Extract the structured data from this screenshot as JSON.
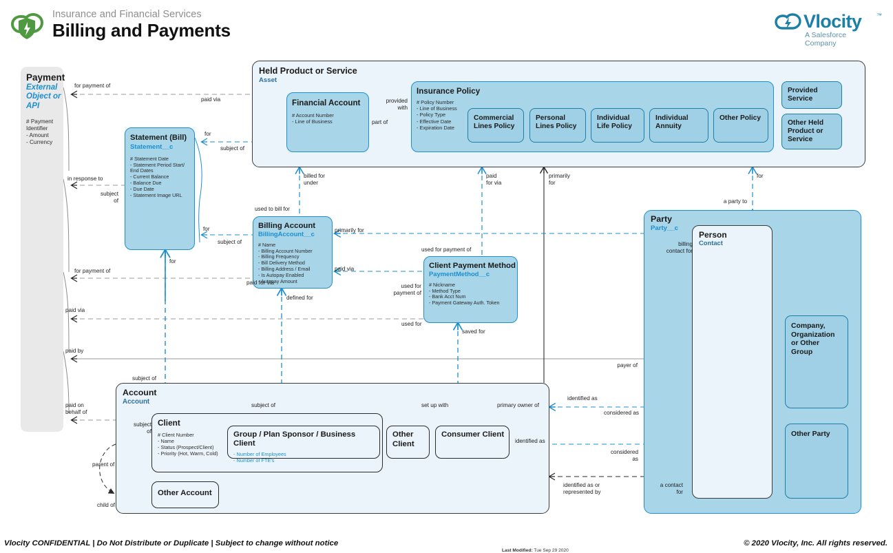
{
  "header": {
    "eyebrow": "Insurance and Financial Services",
    "title": "Billing and Payments",
    "logo_icon": "vlocity-cloud-shield-logo",
    "brand_name": "Vlocity",
    "brand_tm": "™",
    "brand_tagline": "A Salesforce Company"
  },
  "colors": {
    "accent_blue": "#1b8fd0",
    "chip_fill": "#9fd0e6",
    "entity_fill": "#a9d5e8",
    "container_fill": "#eaf4fa",
    "external_fill": "#e9e9e9",
    "brand_teal": "#1b7fa8",
    "logo_green": "#4f9a41",
    "grey_wire": "#9a9a9a",
    "dark_wire": "#2a2a2a"
  },
  "entities": {
    "payment": {
      "title": "Payment",
      "subtitle": "External Object or API",
      "attrs": "# Payment Identifier\n- Amount\n- Currency"
    },
    "held_product": {
      "title": "Held Product or Service",
      "subtitle": "Asset"
    },
    "financial_account": {
      "title": "Financial Account",
      "attrs": "# Account Number\n- Line of Business"
    },
    "insurance_policy": {
      "title": "Insurance Policy",
      "attrs": "# Policy Number\n- Line of Business\n- Policy Type\n- Effective Date\n- Expiration Date"
    },
    "policy_chips": [
      "Commercial\nLines Policy",
      "Personal\nLines Policy",
      "Individual\nLife Policy",
      "Individual\nAnnuity",
      "Other Policy"
    ],
    "held_chips": [
      "Provided\nService",
      "Other Held\nProduct or\nService"
    ],
    "statement": {
      "title": "Statement (Bill)",
      "subtitle": "Statement__c",
      "attrs": "# Statement Date\n- Statement Period Start/ End Dates\n- Current Balance\n- Balance Due\n- Due Date\n- Statement Image URL"
    },
    "billing_account": {
      "title": "Billing Account",
      "subtitle": "BillingAccount__c",
      "attrs": "# Name\n- Billing Account Number\n- Billing Frequency\n- Bill Delivery Method\n- Billing Address / Email\n- Is Autopay Enabled\n- Autopay Amount"
    },
    "client_payment_method": {
      "title": "Client Payment Method",
      "subtitle": "PaymentMethod__c",
      "attrs": "# Nickname\n- Method Type\n- Bank Acct Num\n- Payment Gateway Auth. Token"
    },
    "party": {
      "title": "Party",
      "subtitle": "Party__c"
    },
    "person": {
      "title": "Person",
      "subtitle": "Contact"
    },
    "party_chips": [
      "Company,\nOrganization\nor Other\nGroup",
      "Other Party"
    ],
    "account": {
      "title": "Account",
      "subtitle": "Account"
    },
    "client": {
      "title": "Client",
      "attrs": "# Client Number\n- Name\n- Status (Prospect/Client)\n- Priority (Hot, Warm, Cold)"
    },
    "group_client": {
      "title": "Group / Plan Sponsor / Business Client",
      "attrs": "- Number of Employees\n- Number of FTE's"
    },
    "other_client": {
      "title": "Other\nClient"
    },
    "consumer_client": {
      "title": "Consumer Client"
    },
    "other_account": {
      "title": "Other Account"
    }
  },
  "edge_labels": [
    {
      "id": "for-payment-of-1",
      "text": "for payment of"
    },
    {
      "id": "in-response-to",
      "text": "in response to"
    },
    {
      "id": "subject-of-left-1",
      "text": "subject\nof"
    },
    {
      "id": "for-payment-of-2",
      "text": "for payment of"
    },
    {
      "id": "paid-via-left",
      "text": "paid via"
    },
    {
      "id": "paid-by-left",
      "text": "paid by"
    },
    {
      "id": "paid-on-behalf-of",
      "text": "paid on\nbehalf of"
    },
    {
      "id": "for-stmt-top",
      "text": "for"
    },
    {
      "id": "subject-of-stmt-top",
      "text": "subject of"
    },
    {
      "id": "for-stmt-bottom",
      "text": "for"
    },
    {
      "id": "subject-of-stmt-bottom",
      "text": "subject of"
    },
    {
      "id": "provided-with",
      "text": "provided\nwith"
    },
    {
      "id": "part-of",
      "text": "part of"
    },
    {
      "id": "billed-for-under",
      "text": "billed for\nunder"
    },
    {
      "id": "used-to-bill-for",
      "text": "used to bill for"
    },
    {
      "id": "paid-for-via-top",
      "text": "paid\nfor via"
    },
    {
      "id": "primarily-for-top",
      "text": "primarily\nfor"
    },
    {
      "id": "for-party-top",
      "text": "for"
    },
    {
      "id": "a-party-to",
      "text": "a party to"
    },
    {
      "id": "primarily-for-ba",
      "text": "primarily for"
    },
    {
      "id": "paid-via-ba",
      "text": "paid via"
    },
    {
      "id": "used-for-payment-of-top",
      "text": "used for payment of"
    },
    {
      "id": "used-for-payment-of-mid",
      "text": "used for\npayment of"
    },
    {
      "id": "paid-for-via-stmt",
      "text": "paid for via"
    },
    {
      "id": "for-billing",
      "text": "for"
    },
    {
      "id": "defined-for",
      "text": "defined for"
    },
    {
      "id": "used-for",
      "text": "used for"
    },
    {
      "id": "saved-for",
      "text": "saved for"
    },
    {
      "id": "billing-contact-for",
      "text": "billing\ncontact for"
    },
    {
      "id": "payer-of",
      "text": "payer of"
    },
    {
      "id": "considered-as-1",
      "text": "considered as"
    },
    {
      "id": "identified-as-1",
      "text": "identified as"
    },
    {
      "id": "subject-of-acct-top",
      "text": "subject of"
    },
    {
      "id": "subject-of-acct-mid",
      "text": "subject of"
    },
    {
      "id": "set-up-with",
      "text": "set up with"
    },
    {
      "id": "primary-owner-of",
      "text": "primary owner of"
    },
    {
      "id": "identified-as-2",
      "text": "identified as"
    },
    {
      "id": "considered-as-2",
      "text": "considered\nas"
    },
    {
      "id": "subject-of-client",
      "text": "subject\nof"
    },
    {
      "id": "parent-of",
      "text": "parent of"
    },
    {
      "id": "child-of",
      "text": "child of"
    },
    {
      "id": "identified-as-or-rep",
      "text": "identified as or\nrepresented by"
    },
    {
      "id": "a-contact-for",
      "text": "a contact\nfor"
    }
  ],
  "footer": {
    "left": "Vlocity CONFIDENTIAL | Do Not Distribute or Duplicate | Subject to change without notice",
    "right": "© 2020 Vlocity, Inc. All rights reserved.",
    "modified_label": "Last Modified:",
    "modified_value": " Tue Sep 29 2020"
  }
}
